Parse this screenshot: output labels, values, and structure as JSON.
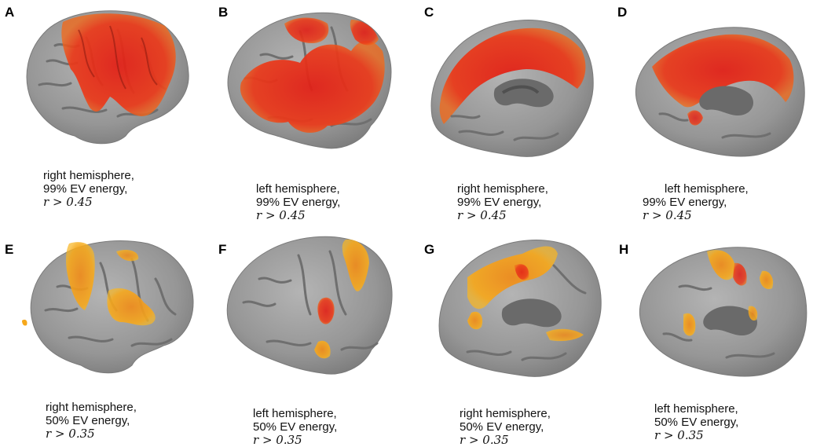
{
  "panels": [
    {
      "letter": "A",
      "line1": "right hemisphere,",
      "line2": "99% EV energy,",
      "condition": "r > 0.45"
    },
    {
      "letter": "B",
      "line1": "left hemisphere,",
      "line2": "99% EV energy,",
      "condition": "r > 0.45"
    },
    {
      "letter": "C",
      "line1": "right hemisphere,",
      "line2": "99% EV energy,",
      "condition": "r > 0.45"
    },
    {
      "letter": "D",
      "line1": "left hemisphere,",
      "line2": "99% EV energy,",
      "condition": "r > 0.45"
    },
    {
      "letter": "E",
      "line1": "right hemisphere,",
      "line2": "50% EV energy,",
      "condition": "r > 0.35"
    },
    {
      "letter": "F",
      "line1": "left hemisphere,",
      "line2": "50% EV energy,",
      "condition": "r > 0.35"
    },
    {
      "letter": "G",
      "line1": "right hemisphere,",
      "line2": "50% EV energy,",
      "condition": "r > 0.35"
    },
    {
      "letter": "H",
      "line1": "left hemisphere,",
      "line2": "50% EV energy,",
      "condition": "r > 0.35"
    }
  ],
  "colors": {
    "cortex": "#9a9a9a",
    "sulcus": "#6f6f6f",
    "activation_strong": "#e8281c",
    "activation_weak": "#f5a31a"
  },
  "icons": [
    "brain-lateral-right-image",
    "brain-lateral-left-image",
    "brain-medial-right-image",
    "brain-medial-left-image"
  ]
}
